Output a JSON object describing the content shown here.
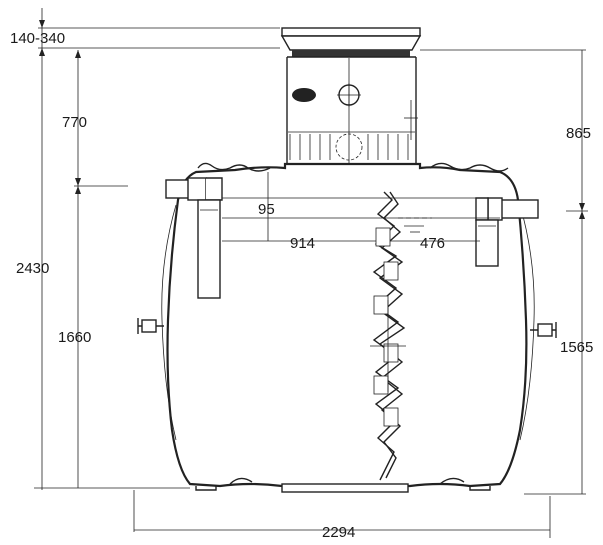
{
  "dimensions": {
    "neck_range": "140-340",
    "top_height": "770",
    "total_height": "2430",
    "lower_height": "1660",
    "right_upper": "865",
    "right_lower": "1565",
    "inlet_offset": "95",
    "left_to_baffle": "914",
    "baffle_to_outlet": "476",
    "total_width": "2294"
  },
  "colors": {
    "line": "#222222",
    "background": "#ffffff"
  }
}
